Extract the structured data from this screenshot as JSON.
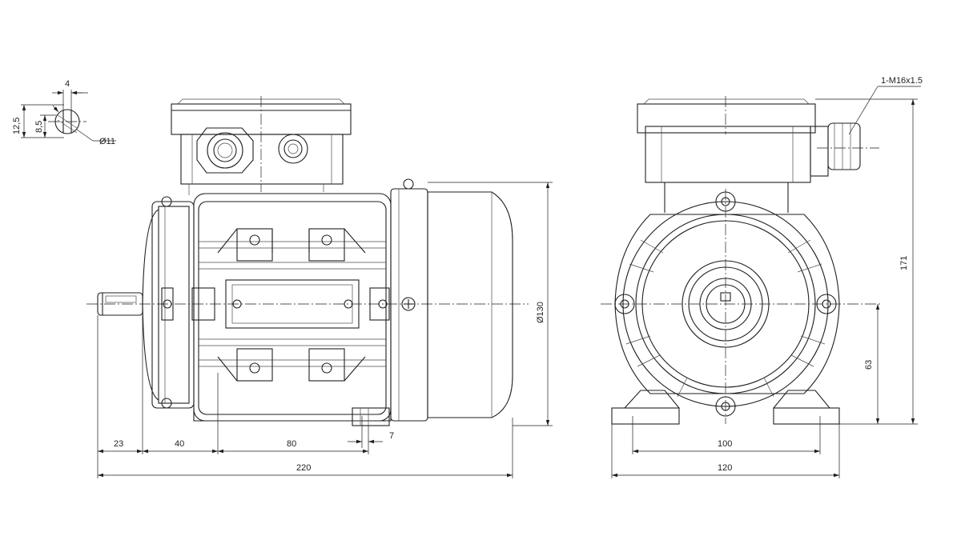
{
  "drawing": {
    "colors": {
      "line": "#1f1f1f",
      "background": "#ffffff"
    },
    "shaft_key": {
      "key_width": "4",
      "key_depth": "12,5",
      "shaft_offset": "8,5",
      "shaft_diameter": "Ø11"
    },
    "side_view": {
      "shaft_length": "23",
      "flange_to_foot_hole": "40",
      "foot_hole_distance": "80",
      "foot_thickness": "7",
      "overall_length": "220",
      "body_diameter": "Ø130"
    },
    "front_view": {
      "cable_gland": "1-M16x1.5",
      "overall_height": "171",
      "shaft_height": "63",
      "foot_hole_spacing": "100",
      "foot_width": "120"
    }
  }
}
